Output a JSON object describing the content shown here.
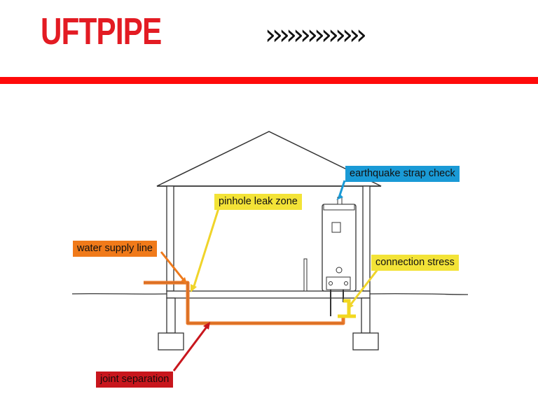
{
  "header": {
    "logo_text": "UFTPIPE",
    "arrows": "››››››››››››››",
    "accent_color": "#ff0a0a"
  },
  "labels": {
    "earthquake": "earthquake strap check",
    "pinhole": "pinhole leak zone",
    "supply": "water supply line",
    "connection": "connection stress",
    "joint": "joint separation"
  },
  "colors": {
    "blue": "#1a9ad6",
    "yellow": "#f3e337",
    "orange": "#f07a1a",
    "red": "#c8161d"
  }
}
